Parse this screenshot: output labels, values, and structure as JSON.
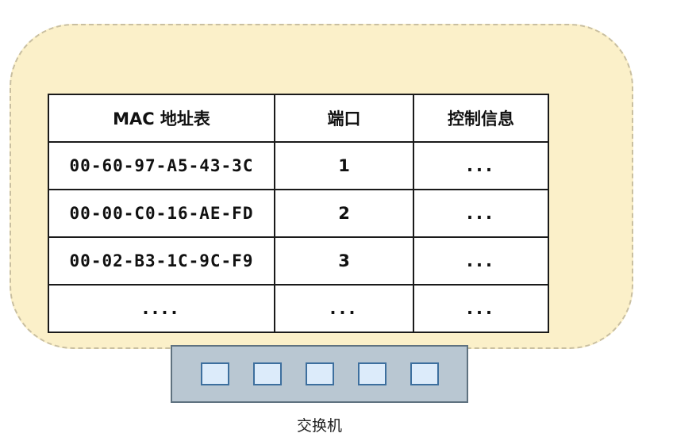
{
  "table": {
    "headers": [
      "MAC 地址表",
      "端口",
      "控制信息"
    ],
    "rows": [
      [
        "00-60-97-A5-43-3C",
        "1",
        "..."
      ],
      [
        "00-00-C0-16-AE-FD",
        "2",
        "..."
      ],
      [
        "00-02-B3-1C-9C-F9",
        "3",
        "..."
      ],
      [
        "....",
        "...",
        "..."
      ]
    ]
  },
  "switch": {
    "label": "交换机",
    "port_count": 5
  },
  "colors": {
    "blob_fill": "#fbf0c9",
    "blob_border": "#c9bfa0",
    "table_border": "#1a1a1a",
    "switch_fill": "#b9c7d2",
    "switch_border": "#5f7280",
    "port_fill": "#dcebfa",
    "port_border": "#3d6f9e"
  }
}
